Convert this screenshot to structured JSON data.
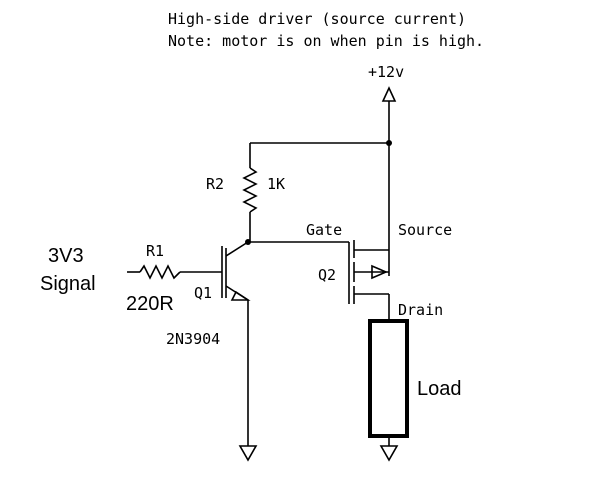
{
  "header": {
    "line1": "High-side driver (source current)",
    "line2": "Note: motor is on when pin is high."
  },
  "supply": {
    "label": "+12v"
  },
  "input": {
    "line1": "3V3",
    "line2": "Signal"
  },
  "r1": {
    "name": "R1",
    "value": "220R"
  },
  "r2": {
    "name": "R2",
    "value": "1K"
  },
  "q1": {
    "name": "Q1",
    "part": "2N3904"
  },
  "q2": {
    "name": "Q2",
    "gate": "Gate",
    "source": "Source",
    "drain": "Drain"
  },
  "load": {
    "label": "Load"
  }
}
